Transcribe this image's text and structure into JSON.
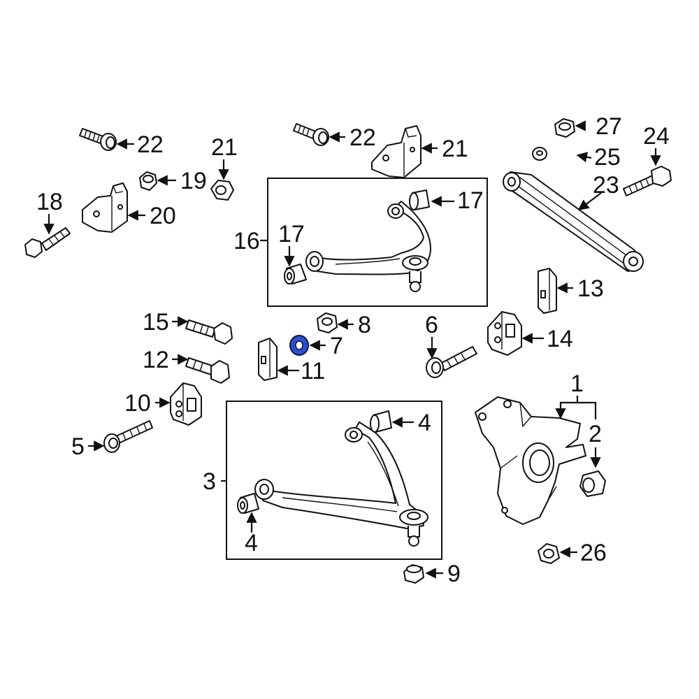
{
  "diagram": {
    "highlight_color": "#2d4fc8",
    "callouts": {
      "c1": "1",
      "c2": "2",
      "c3": "3",
      "c4a": "4",
      "c4b": "4",
      "c5": "5",
      "c6": "6",
      "c7": "7",
      "c8": "8",
      "c9": "9",
      "c10": "10",
      "c11": "11",
      "c12": "12",
      "c13": "13",
      "c14": "14",
      "c15": "15",
      "c16": "16",
      "c17a": "17",
      "c17b": "17",
      "c18": "18",
      "c19": "19",
      "c20": "20",
      "c21a": "21",
      "c21b": "21",
      "c22a": "22",
      "c22b": "22",
      "c23": "23",
      "c24": "24",
      "c25": "25",
      "c26": "26",
      "c27": "27"
    }
  }
}
